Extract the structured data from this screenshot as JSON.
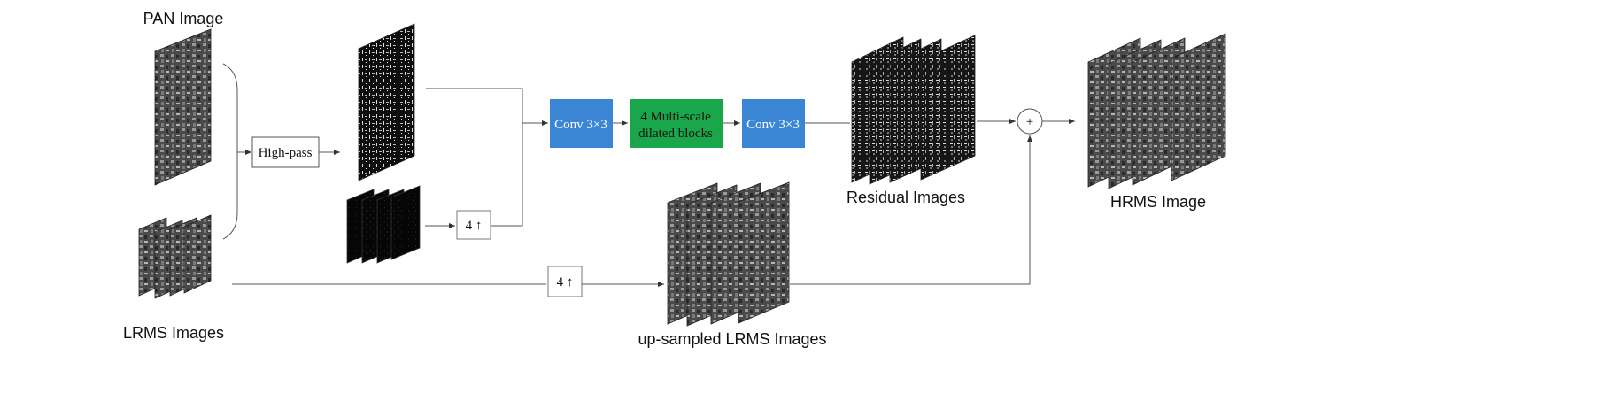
{
  "labels": {
    "pan": "PAN Image",
    "lrms": "LRMS Images",
    "upsampled": "up-sampled  LRMS Images",
    "residual": "Residual Images",
    "hrms": "HRMS Image"
  },
  "boxes": {
    "highpass": "High-pass",
    "up_small": "4 ↑",
    "up_bottom": "4 ↑",
    "conv1": "Conv 3×3",
    "dilated_line1": "4 Multi-scale",
    "dilated_line2": "dilated blocks",
    "conv2": "Conv 3×3",
    "plus": "+"
  },
  "colors": {
    "conv": "#3a86d4",
    "dilated": "#1aa64a",
    "wire": "#555555"
  }
}
